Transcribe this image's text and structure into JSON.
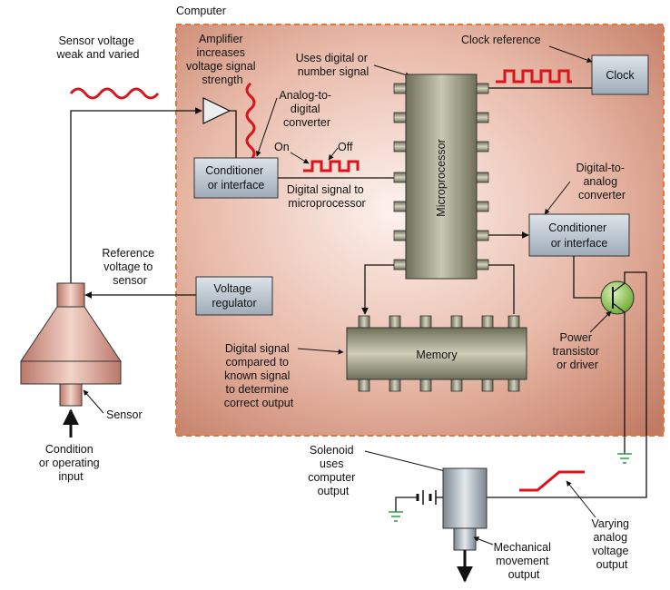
{
  "labels": {
    "computer": "Computer",
    "sensor_voltage": [
      "Sensor voltage",
      "weak and varied"
    ],
    "amplifier": [
      "Amplifier",
      "increases",
      "voltage signal",
      "strength"
    ],
    "adc": [
      "Analog-to-",
      "digital",
      "converter"
    ],
    "uses_digital": [
      "Uses digital or",
      "number signal"
    ],
    "clock_reference": "Clock reference",
    "on": "On",
    "off": "Off",
    "digital_to_micro": [
      "Digital signal to",
      "microprocessor"
    ],
    "dac": [
      "Digital-to-",
      "analog",
      "converter"
    ],
    "reference_voltage": [
      "Reference",
      "voltage to",
      "sensor"
    ],
    "digital_compared": [
      "Digital signal",
      "compared to",
      "known signal",
      "to determine",
      "correct output"
    ],
    "power_transistor": [
      "Power",
      "transistor",
      "or driver"
    ],
    "sensor": "Sensor",
    "condition_input": [
      "Condition",
      "or operating",
      "input"
    ],
    "solenoid": [
      "Solenoid",
      "uses",
      "computer",
      "output"
    ],
    "mechanical": [
      "Mechanical",
      "movement",
      "output"
    ],
    "varying_analog": [
      "Varying",
      "analog",
      "voltage",
      "output"
    ]
  },
  "boxes": {
    "clock": "Clock",
    "conditioner_in": [
      "Conditioner",
      "or interface"
    ],
    "conditioner_out": [
      "Conditioner",
      "or interface"
    ],
    "voltage_regulator": [
      "Voltage",
      "regulator"
    ],
    "microprocessor": "Microprocessor",
    "memory": "Memory"
  },
  "colors": {
    "computer_gradient_light": "#fbe9e3",
    "computer_gradient_dark": "#c07a63",
    "border_dash": "#e8742f",
    "signal_red": "#d9141b",
    "chip_body": "#8e8e76",
    "box_fill": "#b9c4cf",
    "transistor": "#8bc34a",
    "ground": "#2e9e44"
  }
}
